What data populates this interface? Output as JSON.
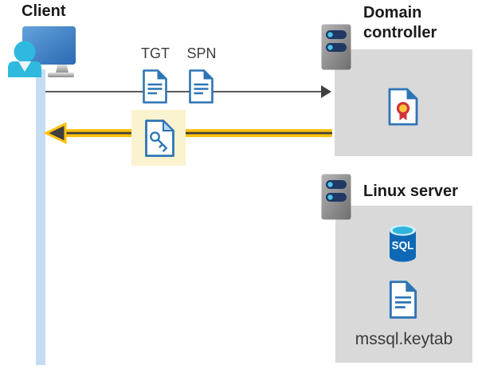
{
  "diagram": {
    "client": {
      "label": "Client"
    },
    "tickets": {
      "tgt": "TGT",
      "spn": "SPN"
    },
    "domain_controller": {
      "label": "Domain controller"
    },
    "linux_server": {
      "label": "Linux server",
      "sql_label": "SQL",
      "keytab_file": "mssql.keytab"
    },
    "colors": {
      "document_blue": "#2E75B6",
      "document_fold_light": "#BDD7EE",
      "highlight_yellow": "#FFC20E",
      "highlight_box_yellow": "#FAF3CF",
      "panel_gray": "#D9D9D9",
      "server_bar_navy": "#1F3864",
      "server_led_cyan": "#4AC4EC",
      "certificate_red": "#D13438",
      "certificate_gold": "#FFC83D",
      "sql_body_blue": "#0D69B6",
      "sql_top_cyan": "#2FB4DF",
      "lifeline_blue": "#C5DDF4",
      "arrow_dark_gray": "#3F3F3F"
    }
  }
}
